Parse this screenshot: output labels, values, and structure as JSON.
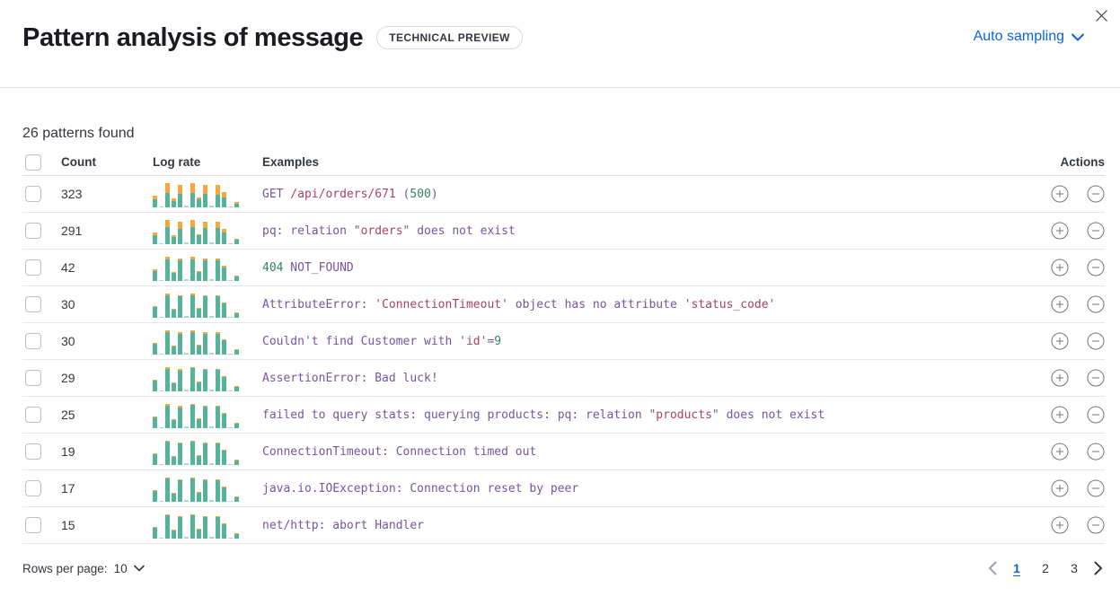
{
  "header": {
    "title": "Pattern analysis of message",
    "badge": "TECHNICAL PREVIEW",
    "sampling_label": "Auto sampling"
  },
  "summary": {
    "text": "26 patterns found"
  },
  "table": {
    "columns": {
      "count": "Count",
      "log_rate": "Log rate",
      "examples": "Examples",
      "actions": "Actions"
    },
    "rows": [
      {
        "count": "323",
        "bars": [
          [
            45,
            16
          ],
          [
            5,
            0
          ],
          [
            95,
            38
          ],
          [
            35,
            12
          ],
          [
            90,
            36
          ],
          [
            6,
            0
          ],
          [
            95,
            38
          ],
          [
            38,
            6
          ],
          [
            90,
            34
          ],
          [
            8,
            0
          ],
          [
            88,
            40
          ],
          [
            60,
            22
          ],
          [
            5,
            0
          ],
          [
            22,
            6
          ]
        ],
        "example": [
          {
            "t": "GET",
            "c": "p"
          },
          {
            "t": " /api/orders/671",
            "c": "r"
          },
          {
            "t": " (",
            "c": "p"
          },
          {
            "t": "500",
            "c": "g"
          },
          {
            "t": ")",
            "c": "p"
          }
        ]
      },
      {
        "count": "291",
        "bars": [
          [
            45,
            12
          ],
          [
            5,
            0
          ],
          [
            95,
            30
          ],
          [
            35,
            8
          ],
          [
            90,
            28
          ],
          [
            6,
            0
          ],
          [
            95,
            30
          ],
          [
            38,
            5
          ],
          [
            90,
            26
          ],
          [
            8,
            0
          ],
          [
            88,
            24
          ],
          [
            60,
            16
          ],
          [
            5,
            0
          ],
          [
            22,
            4
          ]
        ],
        "example": [
          {
            "t": "pq: relation \"",
            "c": "p"
          },
          {
            "t": "orders",
            "c": "r"
          },
          {
            "t": "\" does not exist",
            "c": "p"
          }
        ]
      },
      {
        "count": "42",
        "bars": [
          [
            45,
            6
          ],
          [
            5,
            0
          ],
          [
            95,
            9
          ],
          [
            35,
            4
          ],
          [
            90,
            8
          ],
          [
            6,
            0
          ],
          [
            95,
            12
          ],
          [
            38,
            4
          ],
          [
            90,
            8
          ],
          [
            8,
            0
          ],
          [
            88,
            8
          ],
          [
            60,
            7
          ],
          [
            5,
            0
          ],
          [
            22,
            4
          ]
        ],
        "example": [
          {
            "t": "404",
            "c": "g"
          },
          {
            "t": " NOT_FOUND",
            "c": "p"
          }
        ]
      },
      {
        "count": "30",
        "bars": [
          [
            45,
            4
          ],
          [
            5,
            0
          ],
          [
            95,
            6
          ],
          [
            35,
            2
          ],
          [
            90,
            5
          ],
          [
            6,
            0
          ],
          [
            95,
            6
          ],
          [
            38,
            3
          ],
          [
            90,
            5
          ],
          [
            8,
            0
          ],
          [
            88,
            5
          ],
          [
            60,
            4
          ],
          [
            5,
            0
          ],
          [
            22,
            2
          ]
        ],
        "example": [
          {
            "t": "AttributeError: '",
            "c": "p"
          },
          {
            "t": "ConnectionTimeout",
            "c": "r"
          },
          {
            "t": "' object has no attribute '",
            "c": "p"
          },
          {
            "t": "status_code",
            "c": "r"
          },
          {
            "t": "'",
            "c": "p"
          }
        ]
      },
      {
        "count": "30",
        "bars": [
          [
            45,
            5
          ],
          [
            5,
            0
          ],
          [
            95,
            7
          ],
          [
            35,
            3
          ],
          [
            90,
            6
          ],
          [
            6,
            0
          ],
          [
            95,
            6
          ],
          [
            38,
            3
          ],
          [
            90,
            6
          ],
          [
            8,
            0
          ],
          [
            88,
            6
          ],
          [
            60,
            4
          ],
          [
            5,
            0
          ],
          [
            22,
            2
          ]
        ],
        "example": [
          {
            "t": "Couldn't find Customer with '",
            "c": "p"
          },
          {
            "t": "id",
            "c": "r"
          },
          {
            "t": "'=",
            "c": "p"
          },
          {
            "t": "9",
            "c": "g"
          }
        ]
      },
      {
        "count": "29",
        "bars": [
          [
            45,
            4
          ],
          [
            5,
            0
          ],
          [
            95,
            6
          ],
          [
            35,
            2
          ],
          [
            90,
            6
          ],
          [
            6,
            0
          ],
          [
            95,
            5
          ],
          [
            38,
            2
          ],
          [
            90,
            5
          ],
          [
            8,
            0
          ],
          [
            88,
            5
          ],
          [
            60,
            4
          ],
          [
            5,
            0
          ],
          [
            22,
            2
          ]
        ],
        "example": [
          {
            "t": "AssertionError: Bad luck!",
            "c": "p"
          }
        ]
      },
      {
        "count": "25",
        "bars": [
          [
            45,
            4
          ],
          [
            5,
            0
          ],
          [
            95,
            6
          ],
          [
            35,
            3
          ],
          [
            90,
            6
          ],
          [
            6,
            0
          ],
          [
            95,
            5
          ],
          [
            38,
            2
          ],
          [
            90,
            5
          ],
          [
            8,
            0
          ],
          [
            88,
            5
          ],
          [
            60,
            4
          ],
          [
            5,
            0
          ],
          [
            22,
            2
          ]
        ],
        "example": [
          {
            "t": "failed to query stats: querying products: pq: relation \"",
            "c": "p"
          },
          {
            "t": "products",
            "c": "r"
          },
          {
            "t": "\" does not exist",
            "c": "p"
          }
        ]
      },
      {
        "count": "19",
        "bars": [
          [
            45,
            3
          ],
          [
            5,
            0
          ],
          [
            95,
            5
          ],
          [
            35,
            2
          ],
          [
            90,
            5
          ],
          [
            6,
            0
          ],
          [
            95,
            5
          ],
          [
            38,
            2
          ],
          [
            90,
            4
          ],
          [
            8,
            0
          ],
          [
            88,
            4
          ],
          [
            60,
            3
          ],
          [
            5,
            0
          ],
          [
            22,
            2
          ]
        ],
        "example": [
          {
            "t": "ConnectionTimeout: Connection timed out",
            "c": "p"
          }
        ]
      },
      {
        "count": "17",
        "bars": [
          [
            45,
            3
          ],
          [
            5,
            0
          ],
          [
            95,
            5
          ],
          [
            35,
            2
          ],
          [
            90,
            4
          ],
          [
            6,
            0
          ],
          [
            95,
            5
          ],
          [
            38,
            2
          ],
          [
            90,
            4
          ],
          [
            8,
            0
          ],
          [
            88,
            4
          ],
          [
            60,
            3
          ],
          [
            5,
            0
          ],
          [
            22,
            2
          ]
        ],
        "example": [
          {
            "t": "java.io.IOException: Connection reset by peer",
            "c": "p"
          }
        ]
      },
      {
        "count": "15",
        "bars": [
          [
            45,
            3
          ],
          [
            5,
            0
          ],
          [
            95,
            5
          ],
          [
            35,
            2
          ],
          [
            90,
            4
          ],
          [
            6,
            0
          ],
          [
            95,
            4
          ],
          [
            38,
            2
          ],
          [
            90,
            4
          ],
          [
            8,
            0
          ],
          [
            88,
            4
          ],
          [
            60,
            3
          ],
          [
            5,
            0
          ],
          [
            22,
            2
          ]
        ],
        "example": [
          {
            "t": "net/http: abort Handler",
            "c": "p"
          }
        ]
      }
    ]
  },
  "footer": {
    "rows_per_page": {
      "label": "Rows per page:",
      "value": "10"
    },
    "pagination": {
      "pages": [
        "1",
        "2",
        "3"
      ],
      "active_page": "1"
    }
  },
  "colors": {
    "link_blue": "#0b64d8",
    "title_text": "#1a1c21",
    "body_text": "#343741",
    "icon_gray": "#717680",
    "disabled_gray": "#98a2b3",
    "row_border": "#e3e9f2",
    "spark_teal": "#54b399",
    "spark_teal_light": "#a5dcc5",
    "spark_orange": "#f9a73c",
    "code_purple": "#75559d",
    "code_red": "#a8435f",
    "code_green": "#35806b"
  }
}
